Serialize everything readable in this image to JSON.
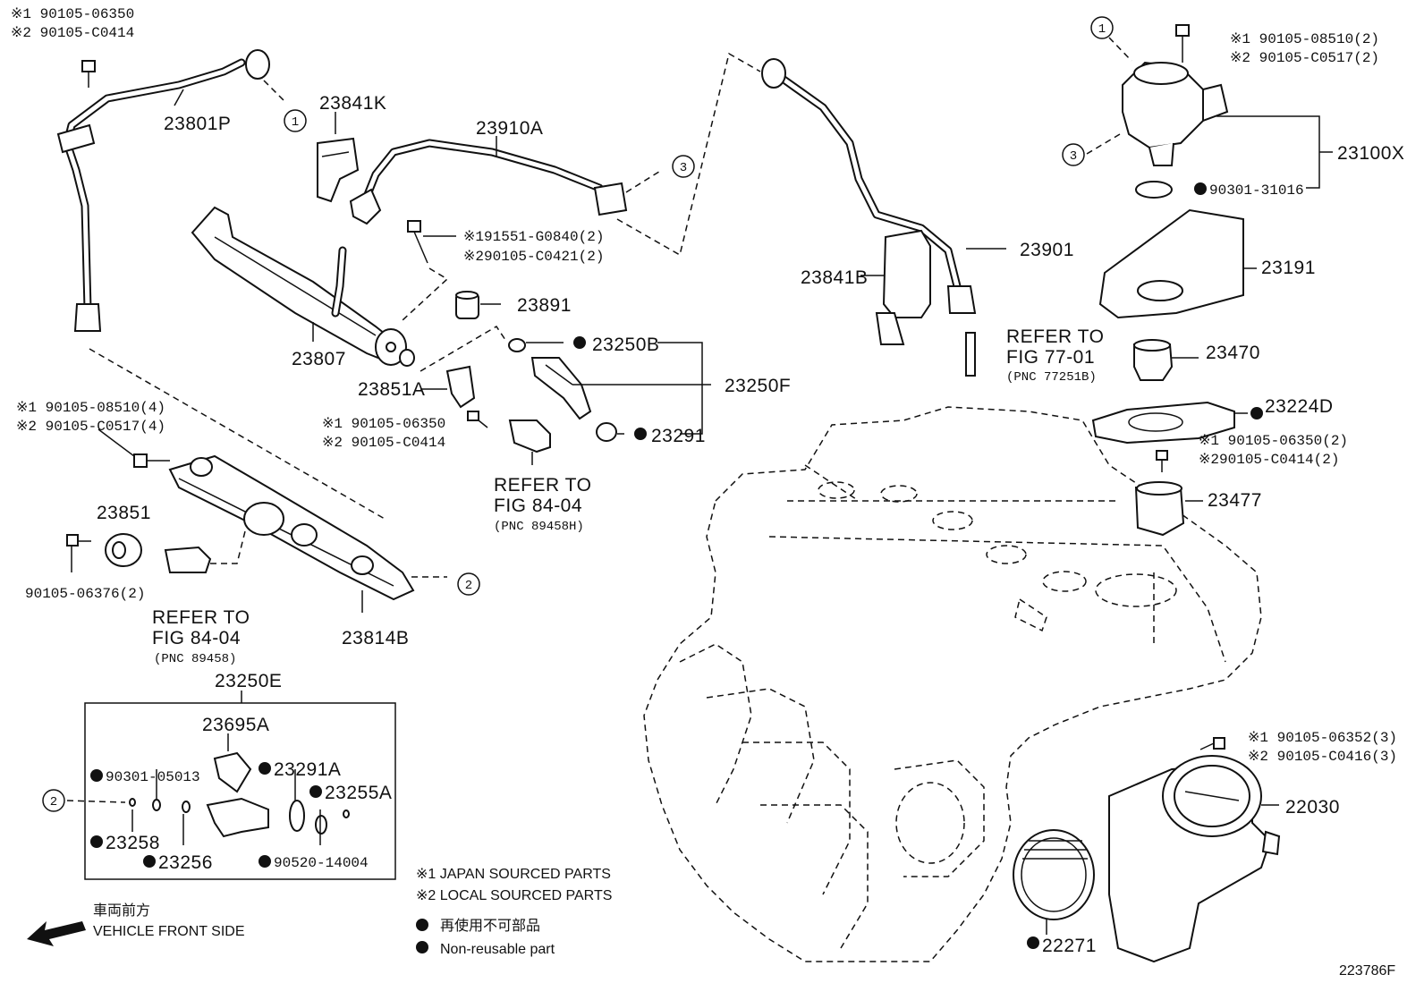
{
  "diagram_id": "223786F",
  "parts": {
    "p23801P": "23801P",
    "p23841K": "23841K",
    "p23910A": "23910A",
    "p23807": "23807",
    "p23891": "23891",
    "p23851A": "23851A",
    "p23250B": "23250B",
    "p23250F": "23250F",
    "p23291": "23291",
    "p23851": "23851",
    "p23814B": "23814B",
    "p23250E": "23250E",
    "p23695A": "23695A",
    "p23291A": "23291A",
    "p23255A": "23255A",
    "p23258": "23258",
    "p23256": "23256",
    "p90520_14004": "90520-14004",
    "p90301_05013": "90301-05013",
    "p90105_06376": "90105-06376(2)",
    "p23841B": "23841B",
    "p23901": "23901",
    "p23100X": "23100X",
    "p90301_31016": "90301-31016",
    "p23191": "23191",
    "p23470": "23470",
    "p23224D": "23224D",
    "p23477": "23477",
    "p22030": "22030",
    "p22271": "22271"
  },
  "fasteners": {
    "tl_1": "※1 90105-06350",
    "tl_2": "※2 90105-C0414",
    "ml_1": "※1 90105-08510(4)",
    "ml_2": "※2 90105-C0517(4)",
    "c_1": "※1 90105-06350",
    "c_2": "※2 90105-C0414",
    "cb_1": "※191551-G0840(2)",
    "cb_2": "※290105-C0421(2)",
    "tr_1": "※1 90105-08510(2)",
    "tr_2": "※2 90105-C0517(2)",
    "rm_1": "※1 90105-06350(2)",
    "rm_2": "※290105-C0414(2)",
    "rb_1": "※1 90105-06352(3)",
    "rb_2": "※2 90105-C0416(3)"
  },
  "refs": {
    "r1": {
      "line1": "REFER TO",
      "line2": "FIG 84-04",
      "line3": "(PNC 89458H)"
    },
    "r2": {
      "line1": "REFER TO",
      "line2": "FIG 84-04",
      "line3": "(PNC 89458)"
    },
    "r3": {
      "line1": "REFER TO",
      "line2": "FIG 77-01",
      "line3": "(PNC 77251B)"
    }
  },
  "callouts": {
    "c1": "1",
    "c2": "2",
    "c3": "3"
  },
  "legend": {
    "japan": "※1 JAPAN SOURCED PARTS",
    "local": "※2 LOCAL SOURCED PARTS",
    "nonreuse_jp": "再使用不可部品",
    "nonreuse_en": "Non-reusable part",
    "front_jp": "車両前方",
    "front_en": "VEHICLE FRONT SIDE"
  }
}
